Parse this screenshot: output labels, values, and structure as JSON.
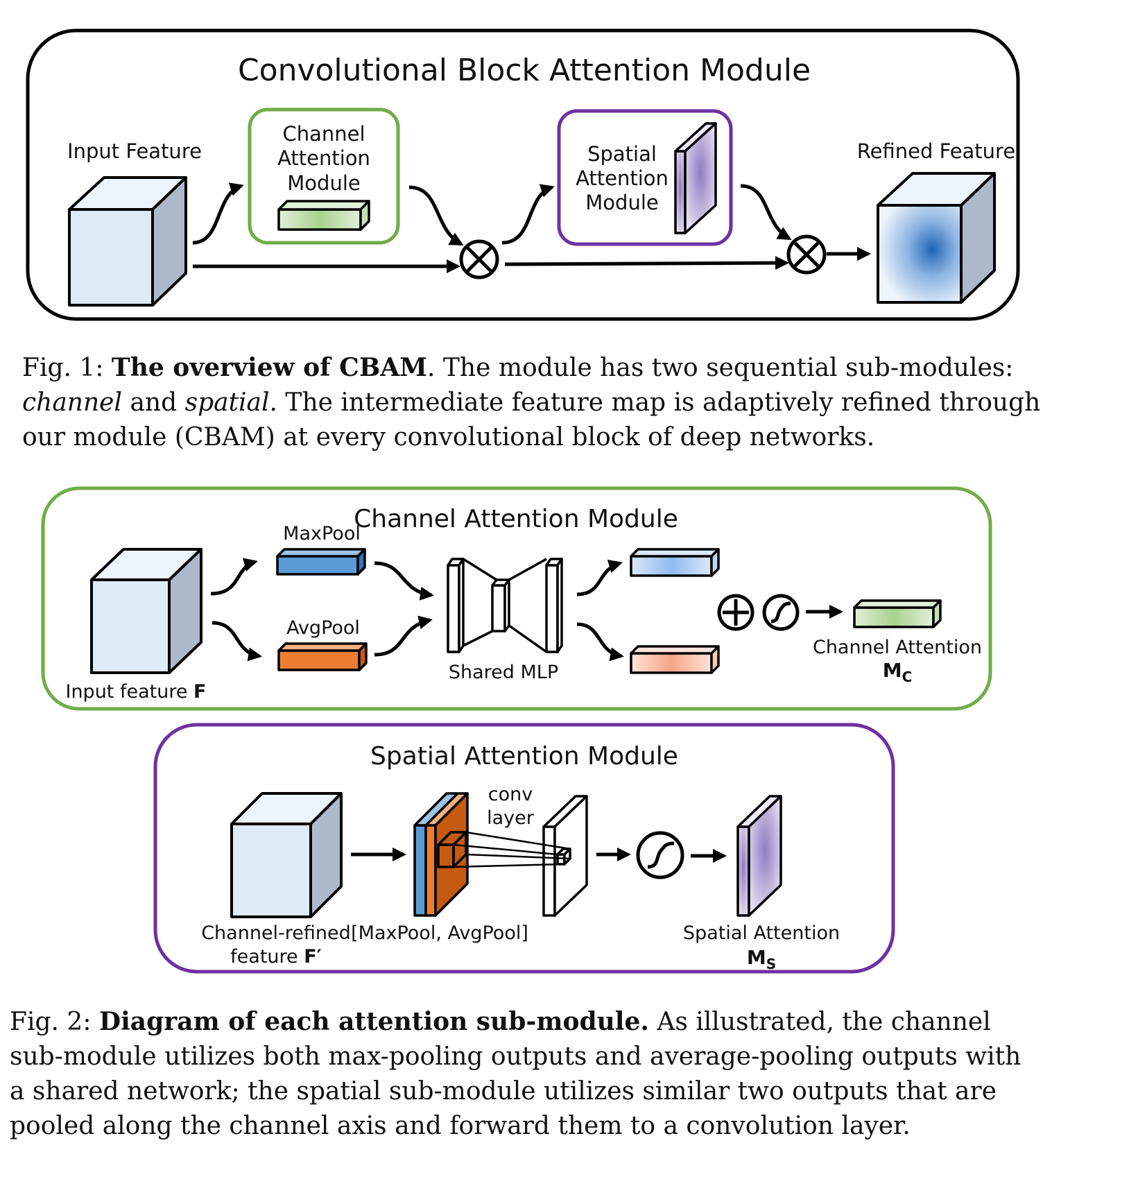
{
  "figure1": {
    "title": "Convolutional Block Attention Module",
    "input_label": "Input Feature",
    "refined_label": "Refined Feature",
    "channel_module_lines": [
      "Channel",
      "Attention",
      "Module"
    ],
    "spatial_module_lines": [
      "Spatial",
      "Attention",
      "Module"
    ],
    "caption": {
      "label": "Fig. 1: ",
      "title": "The overview of CBAM",
      "text1": ". The module has two sequential sub-modules: ",
      "italic1": "channel",
      "text2": " and ",
      "italic2": "spatial",
      "text3": ". The intermediate feature map is adaptively refined through our module (CBAM) at every convolutional block of deep networks."
    }
  },
  "figure2": {
    "channel": {
      "title": "Channel Attention Module",
      "maxpool": "MaxPool",
      "avgpool": "AvgPool",
      "shared_mlp": "Shared MLP",
      "input_prefix": "Input feature ",
      "input_symbol": "F",
      "output_label": "Channel Attention",
      "output_symbol": "M",
      "output_sub": "c"
    },
    "spatial": {
      "title": "Spatial Attention Module",
      "conv_lines": [
        "conv",
        "layer"
      ],
      "input_line1": "Channel-refined",
      "input_line2_prefix": "feature ",
      "input_symbol": "F′",
      "pool_label": "[MaxPool, AvgPool]",
      "output_label": "Spatial Attention",
      "output_symbol": "M",
      "output_sub": "s"
    },
    "caption": {
      "label": "Fig. 2: ",
      "title": "Diagram of each attention sub-module.",
      "text": " As illustrated, the channel sub-module utilizes both max-pooling outputs and average-pooling outputs with a shared network; the spatial sub-module utilizes similar two outputs that are pooled along the channel axis and forward them to a convolution layer."
    }
  },
  "colors": {
    "channel_border": "#70ad47",
    "spatial_border": "#7030a0",
    "maxpool": "#5b9bd5",
    "avgpool": "#ed7d31"
  }
}
